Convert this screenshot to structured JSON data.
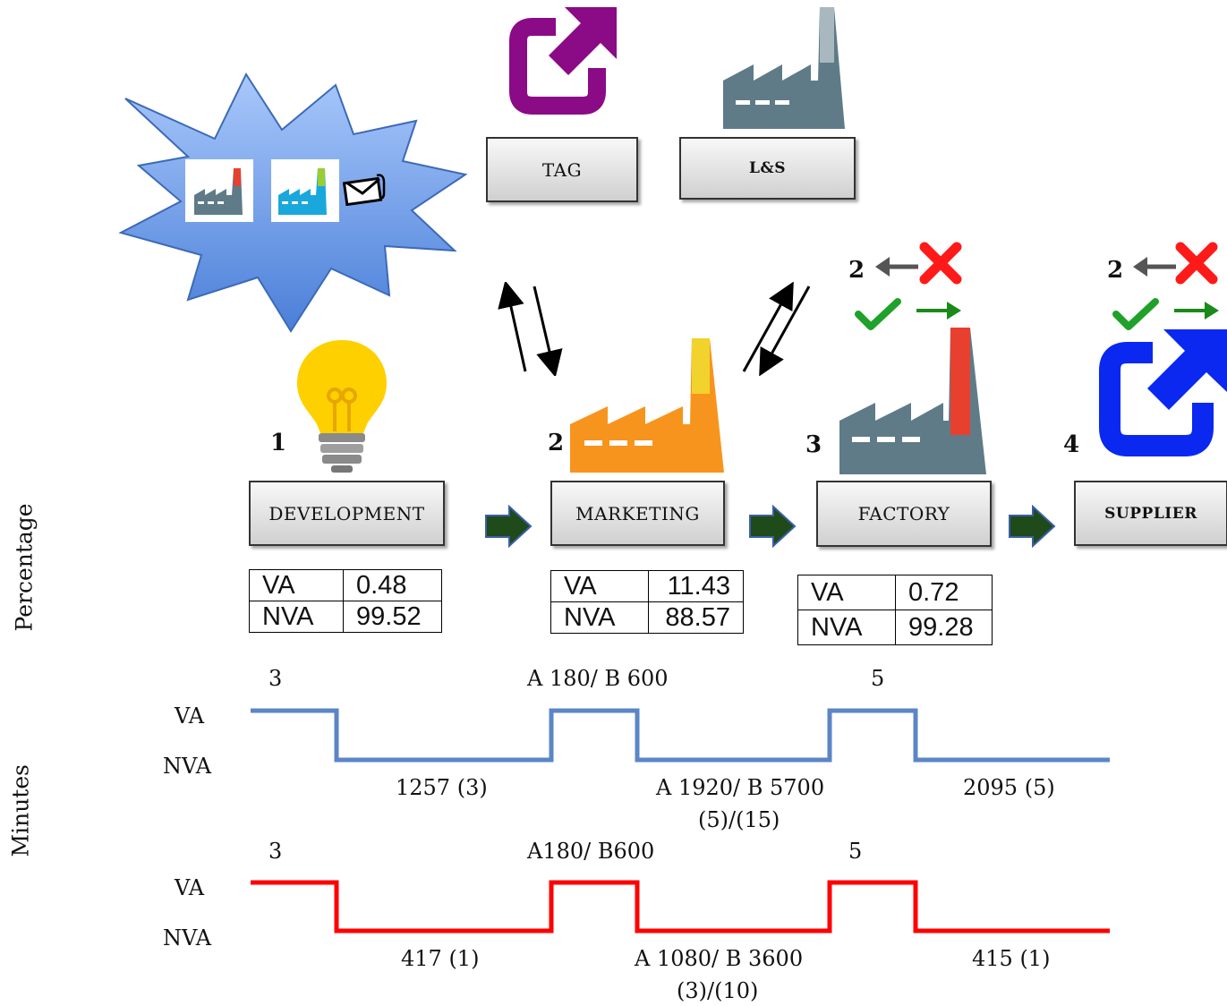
{
  "side_labels": {
    "percentage": "Percentage",
    "minutes": "Minutes"
  },
  "top_boxes": {
    "tag": "TAG",
    "ls": "L&S"
  },
  "stages": [
    {
      "number": "1",
      "label": "DEVELOPMENT",
      "va_label": "VA",
      "va": "0.48",
      "nva_label": "NVA",
      "nva": "99.52"
    },
    {
      "number": "2",
      "label": "MARKETING",
      "va_label": "VA",
      "va": "11.43",
      "nva_label": "NVA",
      "nva": "88.57"
    },
    {
      "number": "3",
      "label": "FACTORY",
      "va_label": "VA",
      "va": "0.72",
      "nva_label": "NVA",
      "nva": "99.28"
    },
    {
      "number": "4",
      "label": "SUPPLIER"
    }
  ],
  "rework": {
    "factory_number": "2",
    "supplier_number": "2"
  },
  "timeline_blue": {
    "va_label": "VA",
    "nva_label": "NVA",
    "va_values": [
      "3",
      "A 180/ B 600",
      "5"
    ],
    "nva_values": [
      "1257 (3)",
      "A 1920/ B 5700",
      "2095 (5)"
    ],
    "nva_sub": "(5)/(15)"
  },
  "timeline_red": {
    "va_label": "VA",
    "nva_label": "NVA",
    "va_values": [
      "3",
      "A180/ B600",
      "5"
    ],
    "nva_values": [
      "417 (1)",
      "A 1080/ B 3600",
      "415 (1)"
    ],
    "nva_sub": "(3)/(10)"
  },
  "colors": {
    "cloud": "#6fa0e8",
    "factory_gray": "#5f7b88",
    "factory_orange": "#f7941d",
    "chimney_red": "#e8402f",
    "tag_purple": "#8b0a86",
    "supplier_blue": "#0a28f0",
    "arrow_green": "#1f4a1a",
    "blue_line": "#5b86c6",
    "red_line": "#ff0000",
    "check_green": "#1fa12a",
    "x_red": "#ff1a1a"
  },
  "icons": [
    "idea-bulb-icon",
    "factory-icon",
    "external-link-icon",
    "envelope-icon",
    "check-icon",
    "cross-icon"
  ]
}
